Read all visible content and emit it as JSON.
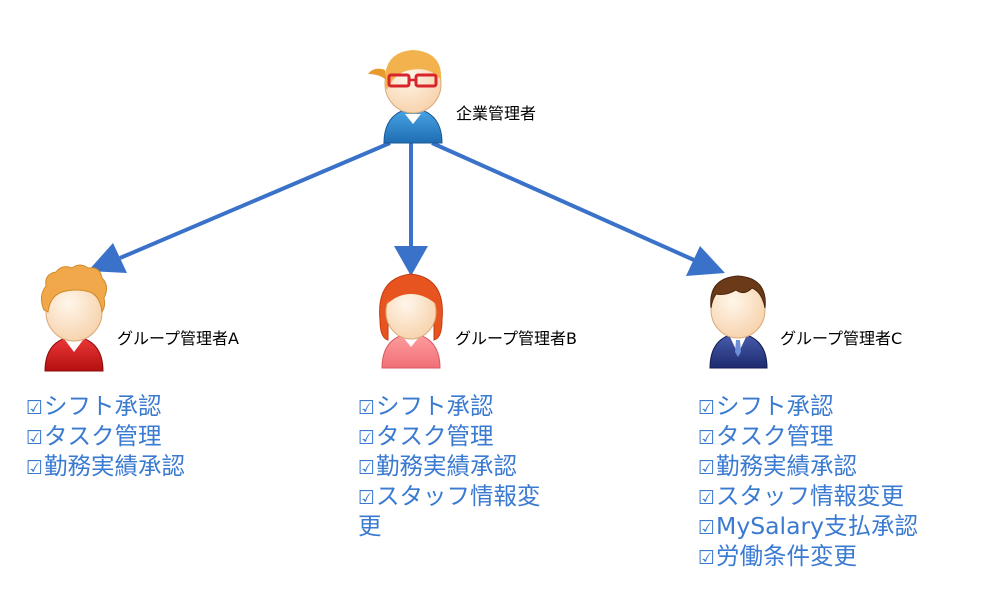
{
  "top_admin": {
    "label": "企業管理者"
  },
  "groups": [
    {
      "label": "グループ管理者A",
      "permissions": [
        "シフト承認",
        "タスク管理",
        "勤務実績承認"
      ]
    },
    {
      "label": "グループ管理者B",
      "permissions": [
        "シフト承認",
        "タスク管理",
        "勤務実績承認",
        "スタッフ情報変",
        "更"
      ]
    },
    {
      "label": "グループ管理者C",
      "permissions": [
        "シフト承認",
        "タスク管理",
        "勤務実績承認",
        "スタッフ情報変更",
        "MySalary支払承認",
        "労働条件変更"
      ]
    }
  ],
  "check_glyph": "☑",
  "icons": [
    "admin-person-icon",
    "group-a-person-icon",
    "group-b-person-icon",
    "group-c-person-icon"
  ],
  "colors": {
    "arrow": "#3a72c9",
    "permission_text": "#3a7ad1",
    "label_text": "#000000"
  }
}
